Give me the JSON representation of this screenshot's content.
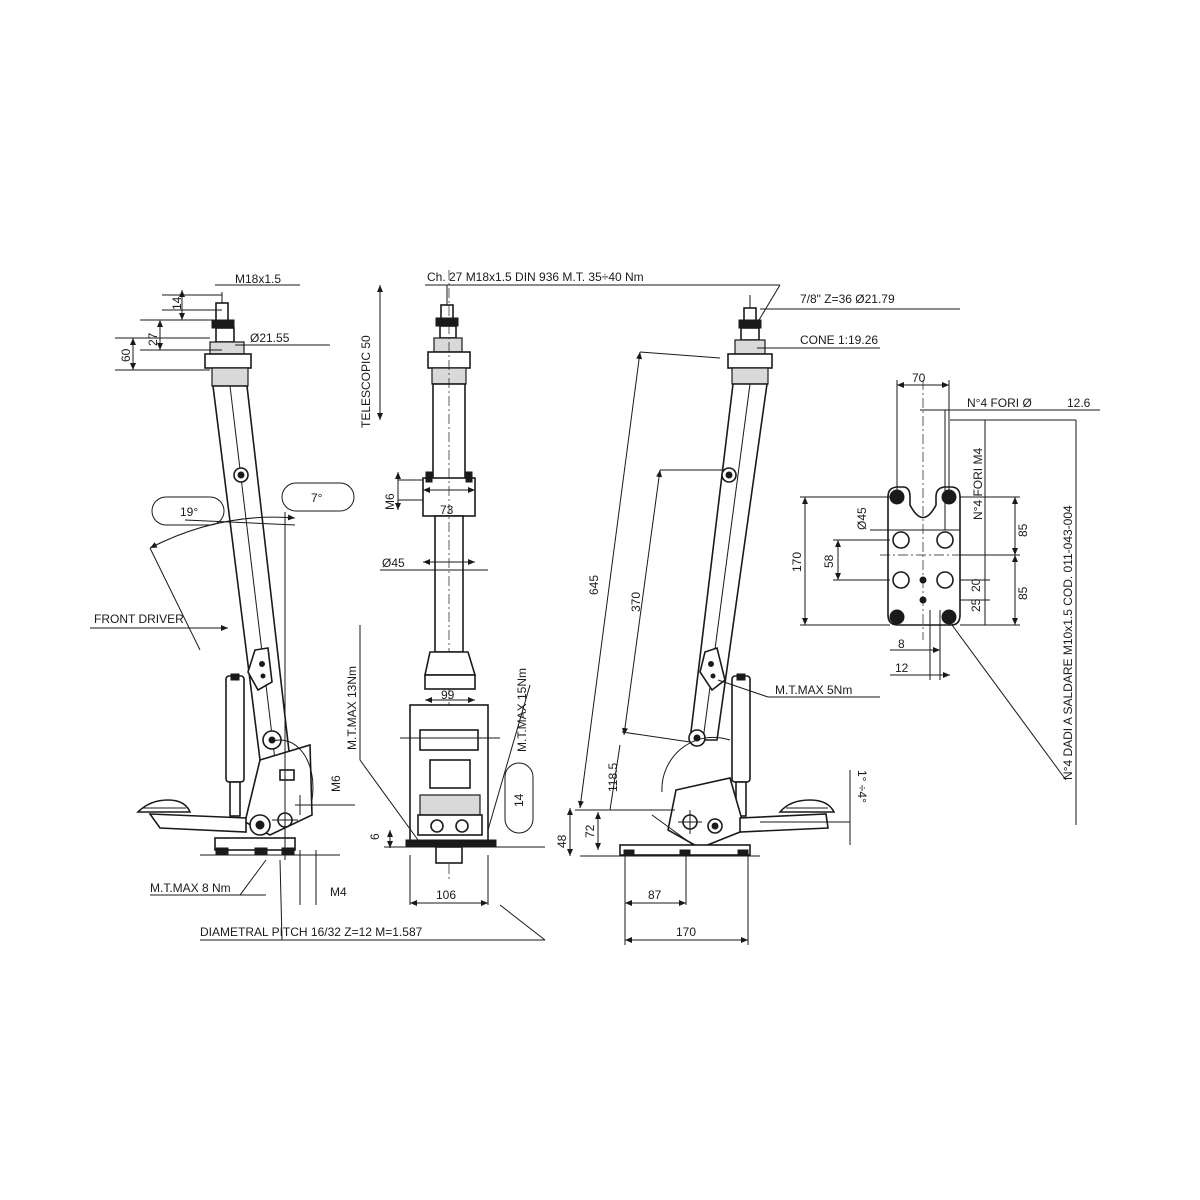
{
  "labels": {
    "m18_left": "M18x1.5",
    "dim14_left": "14",
    "dim27": "27",
    "dim60": "60",
    "dia2155": "Ø21.55",
    "telescopic": "TELESCOPIC 50",
    "angle19": "19°",
    "angle7": "7°",
    "front_driver": "FRONT DRIVER",
    "m6_left": "M6",
    "mt_max_8": "M.T.MAX 8 Nm",
    "m4": "M4",
    "diametral_pitch": "DIAMETRAL PITCH 16/32 Z=12 M=1.587",
    "ch27": "Ch. 27 M18x1.5 DIN 936 M.T. 35÷40 Nm",
    "m6_center": "M6",
    "dim73": "73",
    "dia45_center": "Ø45",
    "mt_max_13": "M.T.MAX 13Nm",
    "dim99": "99",
    "mt_max_15": "M.T.MAX 15Nm",
    "dim14_center": "14",
    "dim6": "6",
    "dim106": "106",
    "spline": "7/8\" Z=36 Ø21.79",
    "cone": "CONE  1:19.26",
    "dim645": "645",
    "dim370": "370",
    "dim118": "118.5",
    "mt_max_5": "M.T.MAX 5Nm",
    "angle14": "1° ÷4°",
    "dim48": "48",
    "dim72": "72",
    "dim87": "87",
    "dim170_bottom": "170",
    "dim70": "70",
    "n4_fori_d": "N°4 FORI Ø",
    "dim126": "12.6",
    "n4_fori_m4": "N°4 FORI M4",
    "dia45_plate": "Ø45",
    "dim170_plate": "170",
    "dim58": "58",
    "dim85_top": "85",
    "dim85_bottom": "85",
    "dim25": "25",
    "dim20": "20",
    "dim8": "8",
    "dim12": "12",
    "dadi": "N°4 DADI A SALDARE M10x1.5 COD. 011-043-004"
  }
}
